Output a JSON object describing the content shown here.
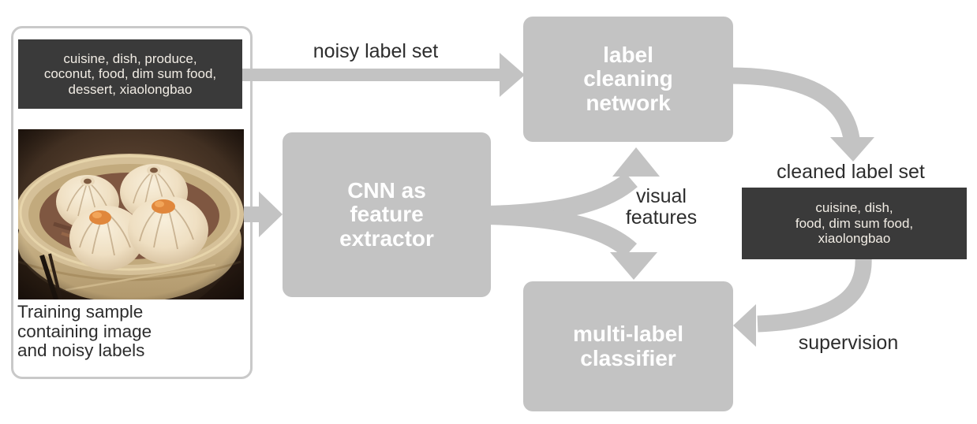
{
  "figure": {
    "colors": {
      "node_gray": "#c3c3c3",
      "arrow_gray": "#c3c3c3",
      "dark_box": "#3a3a3a",
      "text_dark": "#2d2d2d",
      "text_light": "#f1ece4",
      "card_border": "#c9c9c9"
    },
    "training_card": {
      "noisy_box_lines": [
        "cuisine, dish, produce,",
        "coconut, food, dim sum food,",
        "dessert, xiaolongbao"
      ],
      "image_alt": "four xiaolongbao dumplings in a bamboo steamer",
      "caption_lines": [
        "Training sample",
        "containing image",
        "and noisy labels"
      ]
    },
    "nodes": {
      "cnn_lines": [
        "CNN as",
        "feature",
        "extractor"
      ],
      "cleaning_lines": [
        "label",
        "cleaning",
        "network"
      ],
      "classifier_lines": [
        "multi-label",
        "classifier"
      ]
    },
    "labels": {
      "noisy": "noisy label set",
      "visual_lines": [
        "visual",
        "features"
      ],
      "cleaned": "cleaned label set",
      "supervision": "supervision"
    },
    "cleaned_box_lines": [
      "cuisine, dish,",
      "food, dim sum food,",
      "xiaolongbao"
    ]
  }
}
